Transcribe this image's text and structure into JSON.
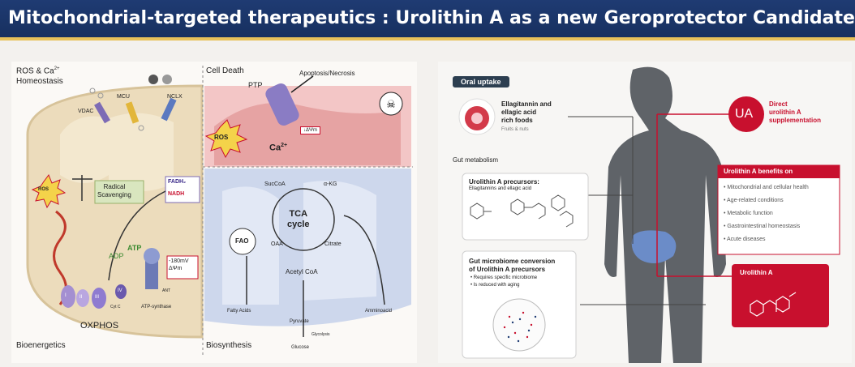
{
  "title": "Mitochondrial-targeted therapeutics : Urolithin A as a new Geroprotector Candidate",
  "left": {
    "quadrant_labels": {
      "ros_ca": "ROS & Ca",
      "ros_ca_sup": "2+",
      "homeostasis": "Homeostasis",
      "cell_death": "Cell Death",
      "bioenergetics": "Bioenergetics",
      "biosynthesis": "Biosynthesis"
    },
    "channels": {
      "vdac": "VDAC",
      "mcu": "MCU",
      "nclx": "NCLX",
      "ptp": "PTP"
    },
    "apoptosis": "Apoptosis/Necrosis",
    "ros": "ROS",
    "ca": "Ca",
    "ca_sup": "2+",
    "delta_psi_small": "↓ΔΨm",
    "radical_scavenging": "Radical\nScavenging",
    "fadh2": "FADH₂",
    "nadh": "NADH",
    "adp": "ADP",
    "atp": "ATP",
    "delta_psi": "-180mV\nΔΨm",
    "atp_synthase": "ATP-synthase",
    "oxphos": "OXPHOS",
    "complexes": [
      "I",
      "II",
      "III",
      "IV"
    ],
    "cytc": "Cyt C",
    "ant": "ANT",
    "tca": "TCA\ncycle",
    "succoa": "SucCoA",
    "akg": "α-KG",
    "oaa": "OAA",
    "citrate": "Citrate",
    "fao": "FAO",
    "acetyl_coa": "Acetyl CoA",
    "fatty_acids": "Fatty Acids",
    "pyruvate": "Pyruvate",
    "glycolysis": "Glycolysis",
    "glucose": "Glucose",
    "amino_acid": "Amminoacid"
  },
  "right": {
    "oral_uptake": "Oral uptake",
    "ellagitannin_title": "Ellagitannin and\nellagic acid\nrich foods",
    "fruits_nuts": "Fruits & nuts",
    "ua_badge": "UA",
    "direct_supp": "Direct\nurolithin A\nsupplementation",
    "gut_metabolism": "Gut metabolism",
    "precursors_title": "Urolithin A precursors:",
    "precursors_sub": "Ellagitannins and ellagic acid",
    "microbiome_title": "Gut microbiome conversion\nof Urolithin A precursors",
    "microbiome_bullets": [
      "• Requires specific microbiome",
      "• Is reduced with aging"
    ],
    "benefits_title": "Urolithin A benefits on",
    "benefits": [
      "• Mitochondrial and cellular health",
      "• Age-related conditions",
      "• Metabolic function",
      "• Gastrointestinal homeostasis",
      "• Acute diseases"
    ],
    "urolithin_a": "Urolithin A"
  },
  "colors": {
    "title_bg": "#1f3b73",
    "accent_red": "#c8102e",
    "mito_tan": "#e9d9b8",
    "mito_red": "#e9a9a9",
    "mito_blue": "#c9d4ea"
  }
}
